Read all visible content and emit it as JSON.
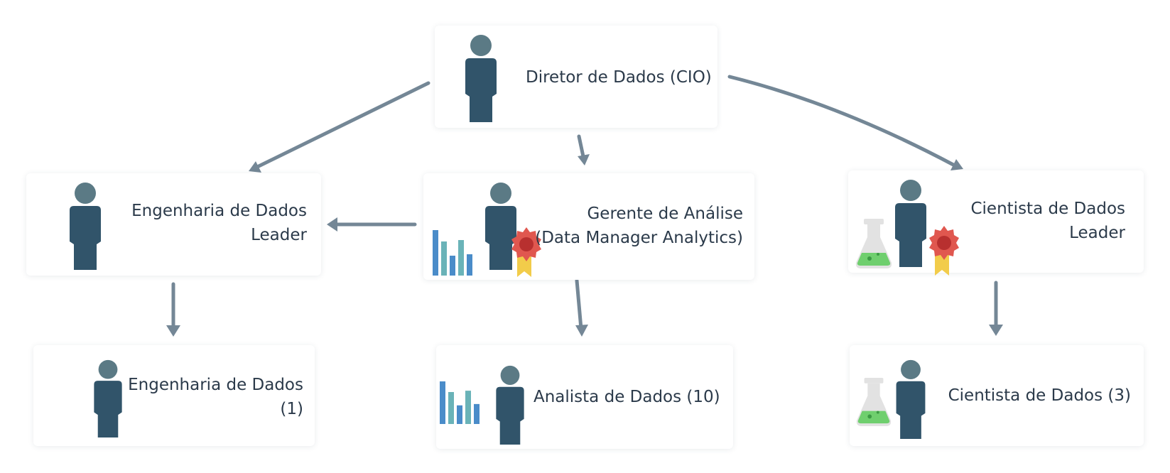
{
  "colors": {
    "arrow": "#748796",
    "person_head": "#5b7a85",
    "person_body": "#31546a",
    "bar_blue": "#4a8cc9",
    "bar_teal": "#6ab3b8",
    "badge_red": "#e0574f",
    "badge_yellow": "#f2cc4a",
    "flask_liquid": "#6fcf6e",
    "flask_glass": "#e2e2e2"
  },
  "nodes": {
    "cio": {
      "label": "Diretor de Dados (CIO)",
      "icons": [
        "person-icon"
      ]
    },
    "eng_leader": {
      "label_lines": [
        "Engenharia de Dados",
        "Leader"
      ],
      "icons": [
        "person-icon"
      ]
    },
    "analysis_manager": {
      "label_lines": [
        "Gerente de Análise",
        "(Data Manager Analytics)"
      ],
      "icons": [
        "bar-chart-icon",
        "person-icon",
        "award-badge-icon"
      ]
    },
    "scientist_leader": {
      "label_lines": [
        "Cientista de Dados",
        "Leader"
      ],
      "icons": [
        "flask-icon",
        "person-icon",
        "award-badge-icon"
      ]
    },
    "data_engineer": {
      "label_lines": [
        "Engenharia de Dados",
        "(1)"
      ],
      "icons": [
        "person-icon"
      ]
    },
    "data_analyst": {
      "label": "Analista de Dados (10)",
      "icons": [
        "bar-chart-icon",
        "person-icon"
      ]
    },
    "data_scientist": {
      "label": "Cientista de Dados (3)",
      "icons": [
        "flask-icon",
        "person-icon"
      ]
    }
  },
  "edges": [
    {
      "from": "cio",
      "to": "eng_leader"
    },
    {
      "from": "cio",
      "to": "analysis_manager"
    },
    {
      "from": "cio",
      "to": "scientist_leader"
    },
    {
      "from": "analysis_manager",
      "to": "eng_leader"
    },
    {
      "from": "eng_leader",
      "to": "data_engineer"
    },
    {
      "from": "analysis_manager",
      "to": "data_analyst"
    },
    {
      "from": "scientist_leader",
      "to": "data_scientist"
    }
  ]
}
